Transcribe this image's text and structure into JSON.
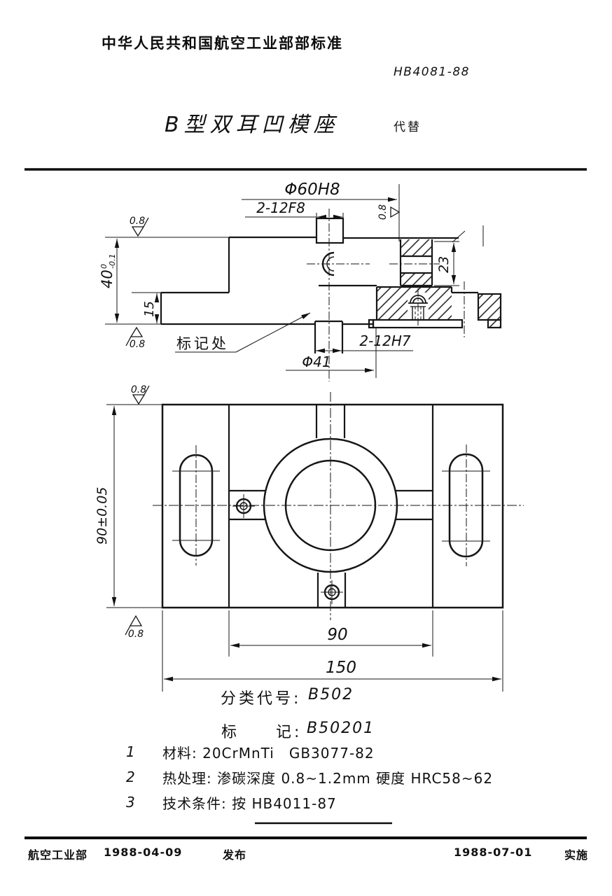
{
  "header": {
    "standard_name": "中华人民共和国航空工业部部标准",
    "standard_number": "HB4081-88",
    "part_title": "B型双耳凹模座",
    "replaces_label": "代替"
  },
  "section_view": {
    "dim_phi60": "Φ60H8",
    "dim_slot_top": "2-12F8",
    "dim_slot_bottom": "2-12H7",
    "dim_phi41": "Φ41",
    "dim_depth": "23",
    "dim_height": "40",
    "dim_height_tol_upper": "0",
    "dim_height_tol_lower": "-0.1",
    "dim_step": "15",
    "mark_label": "标记处",
    "roughness": "0.8"
  },
  "plan_view": {
    "dim_height": "90±0.05",
    "dim_inner_width": "90",
    "dim_outer_width": "150",
    "roughness": "0.8"
  },
  "spec": {
    "class_code_label": "分类代号:",
    "class_code": "B502",
    "mark_label": "标　　记:",
    "mark_code": "B50201",
    "notes": [
      {
        "no": "1",
        "text": "材料: 20CrMnTi　GB3077-82"
      },
      {
        "no": "2",
        "text": "热处理: 渗碳深度 0.8~1.2mm 硬度 HRC58~62"
      },
      {
        "no": "3",
        "text": "技术条件: 按 HB4011-87"
      }
    ]
  },
  "footer": {
    "issuer": "航空工业部",
    "issue_date": "1988-04-09",
    "publish_label": "发布",
    "implement_date": "1988-07-01",
    "implement_label": "实施"
  }
}
